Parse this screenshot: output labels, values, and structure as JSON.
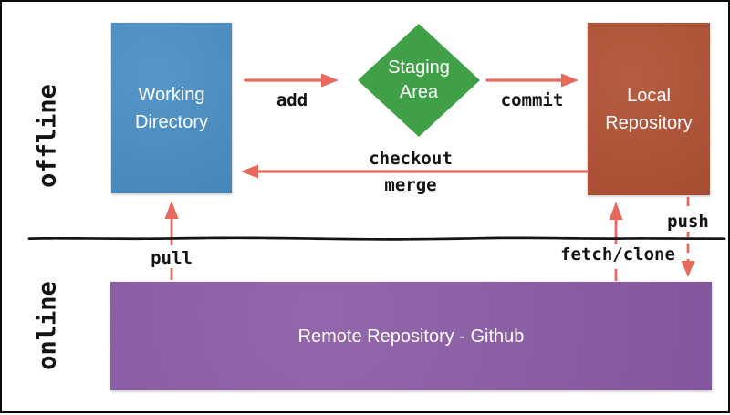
{
  "lanes": {
    "offline_label": "offline",
    "online_label": "online"
  },
  "nodes": {
    "working_directory": {
      "line1": "Working",
      "line2": "Directory",
      "color": "#4a8ec4"
    },
    "staging_area": {
      "line1": "Staging",
      "line2": "Area",
      "color": "#3fa047"
    },
    "local_repository": {
      "line1": "Local",
      "line2": "Repository",
      "color": "#b05134"
    },
    "remote_repository": {
      "label": "Remote Repository - Github",
      "color": "#8b5ca6"
    }
  },
  "edges": {
    "add_label": "add",
    "commit_label": "commit",
    "checkout_label": "checkout",
    "merge_label": "merge",
    "pull_label": "pull",
    "push_label": "push",
    "fetch_clone_label": "fetch/clone"
  },
  "colors": {
    "arrow": "#e8685d",
    "divider": "#141414",
    "command_text": "#141414",
    "node_text": "#ffffff",
    "frame_border": "#0a0a0a",
    "background": "#ffffff"
  }
}
